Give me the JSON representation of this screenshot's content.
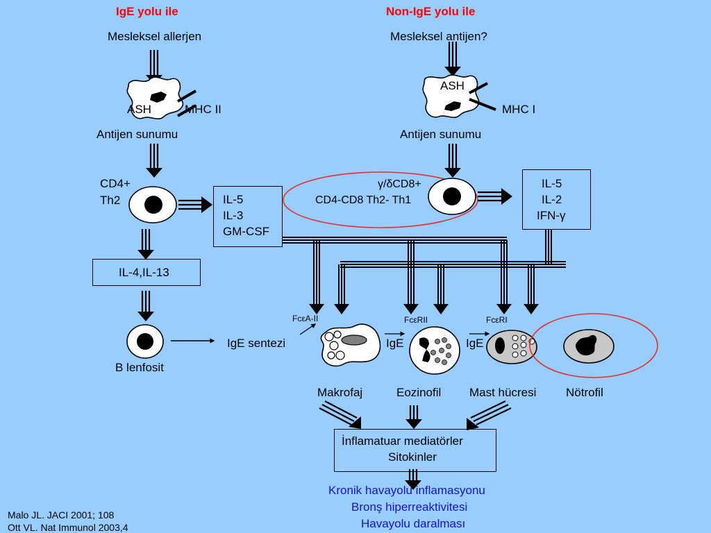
{
  "ige_path": {
    "header": "IgE  yolu ile",
    "source": "Mesleksel allerjen",
    "ash": "ASH",
    "mhc": "MHC II",
    "presentation": "Antijen sunumu",
    "cell_name_1": "CD4+",
    "cell_name_2": "Th2",
    "cytokines": [
      "IL-5",
      "IL-3",
      "GM-CSF"
    ],
    "il_box": "IL-4,IL-13",
    "b_cell": "B lenfosit",
    "ige_synthesis": "IgE sentezi"
  },
  "non_ige_path": {
    "header": "Non-IgE yolu ile",
    "source": "Mesleksel antijen?",
    "ash": "ASH",
    "mhc": "MHC I",
    "presentation": "Antijen sunumu",
    "cell_line_1": "γ/δCD8+",
    "cell_line_2": "CD4-CD8 Th2- Th1",
    "cytokines": [
      "IL-5",
      "IL-2",
      "IFN-γ"
    ]
  },
  "effector_cells": {
    "receptors": [
      "FcεA-II",
      "FcεRII",
      "FcεRI"
    ],
    "ige_labels": [
      "IgE",
      "IgE"
    ],
    "names": [
      "Makrofaj",
      "Eozinofil",
      "Mast hücresi",
      "Nötrofil"
    ]
  },
  "outcome": {
    "box_line_1": "İnflamatuar mediatörler",
    "box_line_2": "Sitokinler",
    "results": [
      "Kronik havayolu inflamasyonu",
      "Bronş hiperreaktivitesi",
      "Havayolu daralması"
    ]
  },
  "references": [
    "Malo JL. JACI 2001; 108",
    "Ott VL. Nat Immunol 2003,4"
  ],
  "colors": {
    "background": "#99ccff",
    "header_red": "#ff0000",
    "result_blue": "#1414c8",
    "ellipse_red": "#e03030"
  }
}
